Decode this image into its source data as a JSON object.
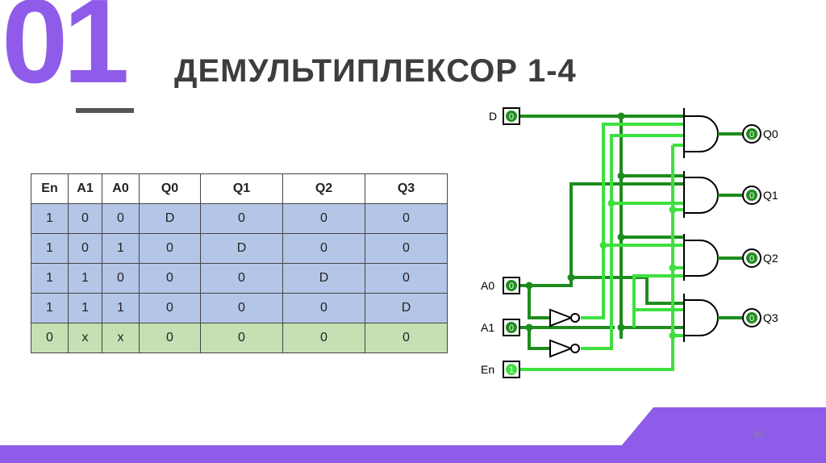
{
  "slide": {
    "number_big": "01",
    "title": "ДЕМУЛЬТИПЛЕКСОР 1-4",
    "page_number": "10"
  },
  "truth_table": {
    "headers": [
      "En",
      "A1",
      "A0",
      "Q0",
      "Q1",
      "Q2",
      "Q3"
    ],
    "rows": [
      [
        "1",
        "0",
        "0",
        "D",
        "0",
        "0",
        "0"
      ],
      [
        "1",
        "0",
        "1",
        "0",
        "D",
        "0",
        "0"
      ],
      [
        "1",
        "1",
        "0",
        "0",
        "0",
        "D",
        "0"
      ],
      [
        "1",
        "1",
        "1",
        "0",
        "0",
        "0",
        "D"
      ],
      [
        "0",
        "x",
        "x",
        "0",
        "0",
        "0",
        "0"
      ]
    ]
  },
  "circuit": {
    "inputs": [
      {
        "label": "D",
        "value": "0"
      },
      {
        "label": "A0",
        "value": "0"
      },
      {
        "label": "A1",
        "value": "0"
      },
      {
        "label": "En",
        "value": "1"
      }
    ],
    "outputs": [
      {
        "label": "Q0",
        "value": "0"
      },
      {
        "label": "Q1",
        "value": "0"
      },
      {
        "label": "Q2",
        "value": "0"
      },
      {
        "label": "Q3",
        "value": "0"
      }
    ]
  },
  "colors": {
    "accent_purple": "#8f5cea",
    "wire_dark": "#1e8c1e",
    "wire_light": "#3ee03e",
    "row_blue": "#b4c6e7",
    "row_green": "#c6e0b4"
  }
}
